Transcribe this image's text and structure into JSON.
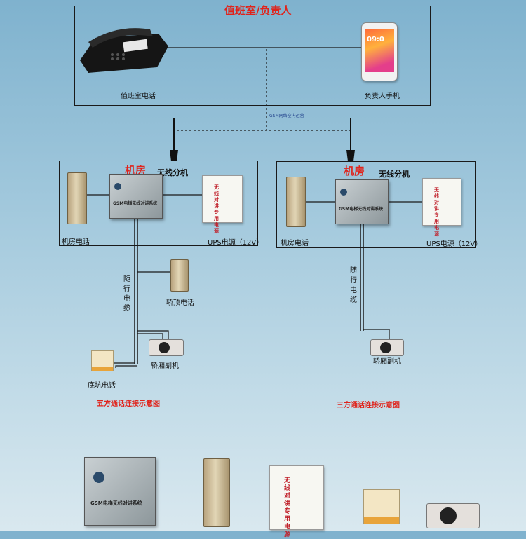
{
  "top": {
    "title": "值班室/负责人",
    "duty_phone_label": "值班室电话",
    "mobile_label": "负责人手机",
    "gsm_note": "GSM网络空内运营"
  },
  "left": {
    "room_label": "机房",
    "wireless_label": "无线分机",
    "room_phone_label": "机房电话",
    "ups_label": "UPS电源（12V）",
    "cable_label": "随行电缆",
    "car_top_phone_label": "轿顶电话",
    "car_sub_label": "轿厢副机",
    "pit_phone_label": "底坑电话",
    "caption": "五方通话连接示意图"
  },
  "right": {
    "room_label": "机房",
    "wireless_label": "无线分机",
    "room_phone_label": "机房电话",
    "ups_label": "UPS电源（12V）",
    "cable_label": "随行电缆",
    "car_sub_label": "轿厢副机",
    "caption": "三方通话连接示意图"
  },
  "device_text": {
    "cabinet": "GSM电梯无线对讲系统",
    "ups": "无线对讲专用电源",
    "phone_time": "09:0"
  },
  "colors": {
    "accent_red": "#e0231b",
    "line": "#1a1a1a"
  }
}
